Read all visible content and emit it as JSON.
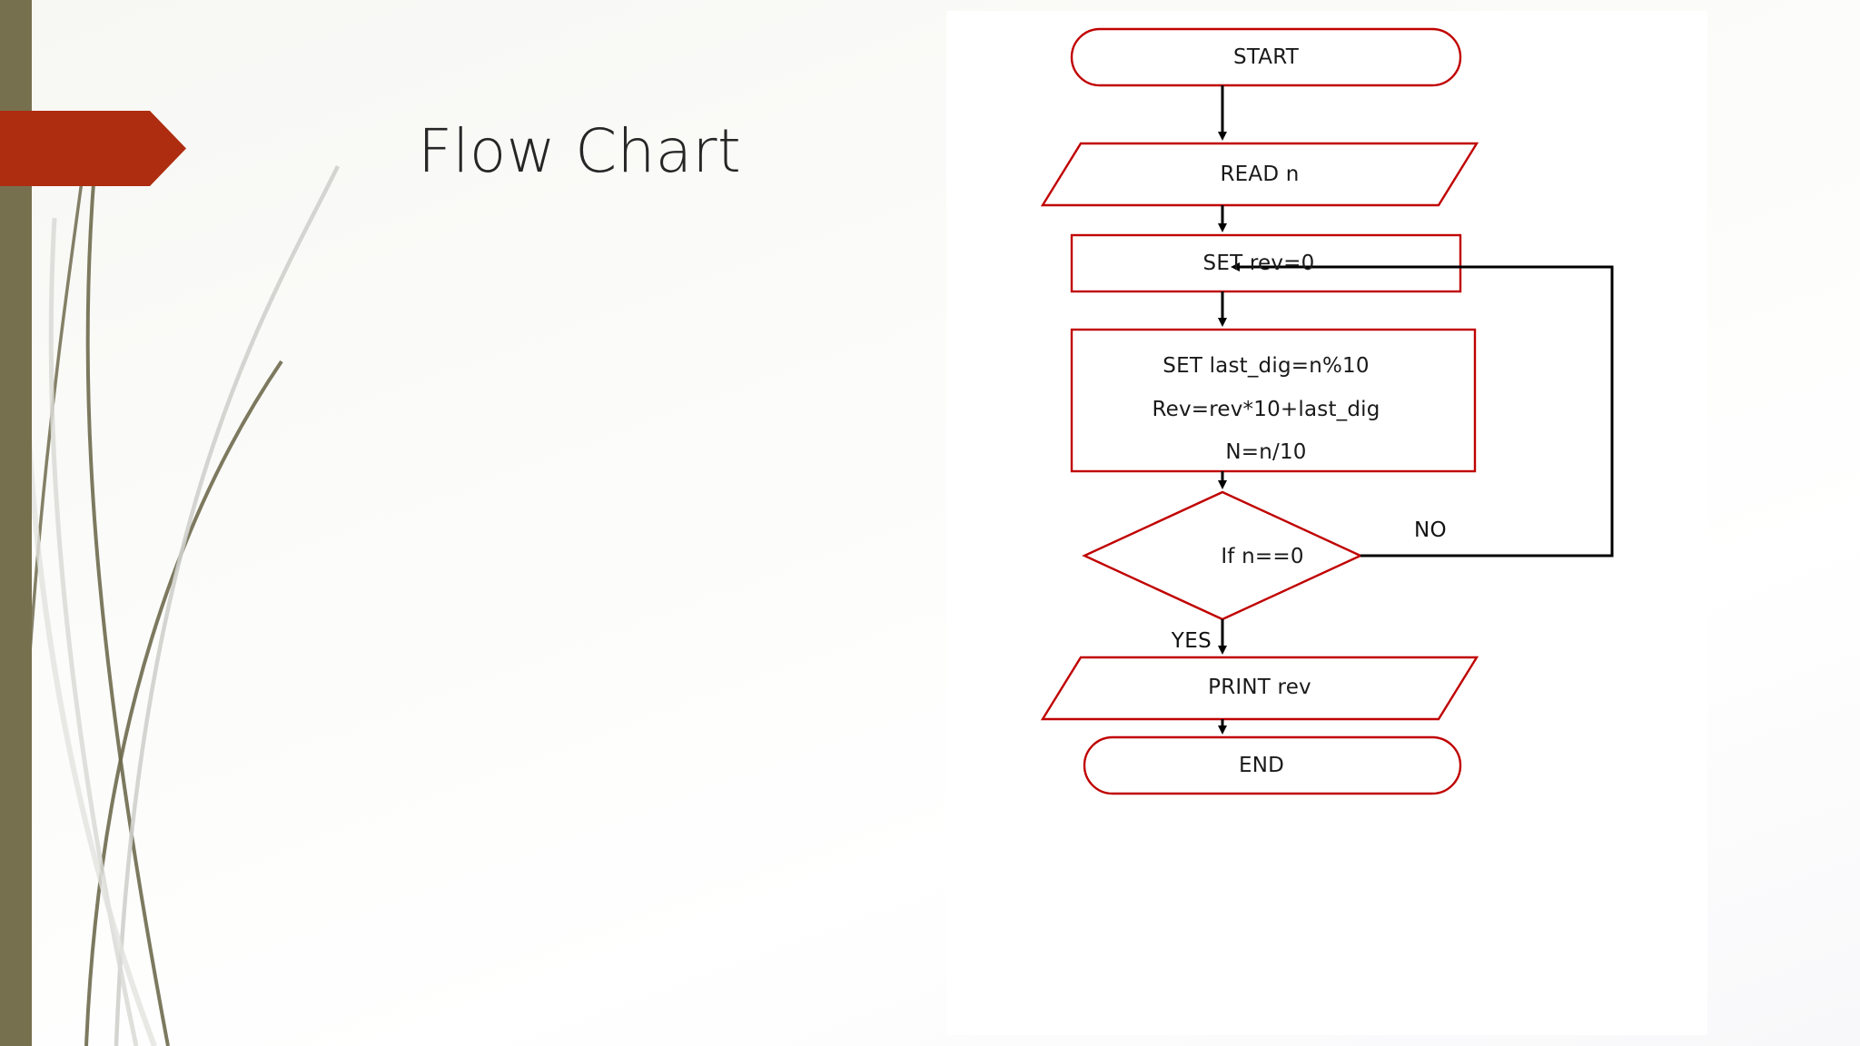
{
  "slide": {
    "title": "Flow Chart",
    "accent_banner_color": "#ae2d10",
    "sidebar_color": "#77704f",
    "background_color": "#fafaf8",
    "panel_color": "#ffffff"
  },
  "flowchart": {
    "shape_stroke_color": "#c00000",
    "connector_color": "#000000",
    "text_color": "#1a1a1a",
    "nodes": [
      {
        "id": "start",
        "type": "terminator",
        "label": "START"
      },
      {
        "id": "read",
        "type": "input-output",
        "label": "READ n"
      },
      {
        "id": "init",
        "type": "process",
        "label": "SET rev=0"
      },
      {
        "id": "loop",
        "type": "process",
        "line1": "SET last_dig=n%10",
        "line2": "Rev=rev*10+last_dig",
        "line3": "N=n/10"
      },
      {
        "id": "decide",
        "type": "decision",
        "label": "If n==0"
      },
      {
        "id": "print",
        "type": "input-output",
        "label": "PRINT rev"
      },
      {
        "id": "end",
        "type": "terminator",
        "label": "END"
      }
    ],
    "edge_labels": {
      "no": "NO",
      "yes": "YES"
    }
  }
}
